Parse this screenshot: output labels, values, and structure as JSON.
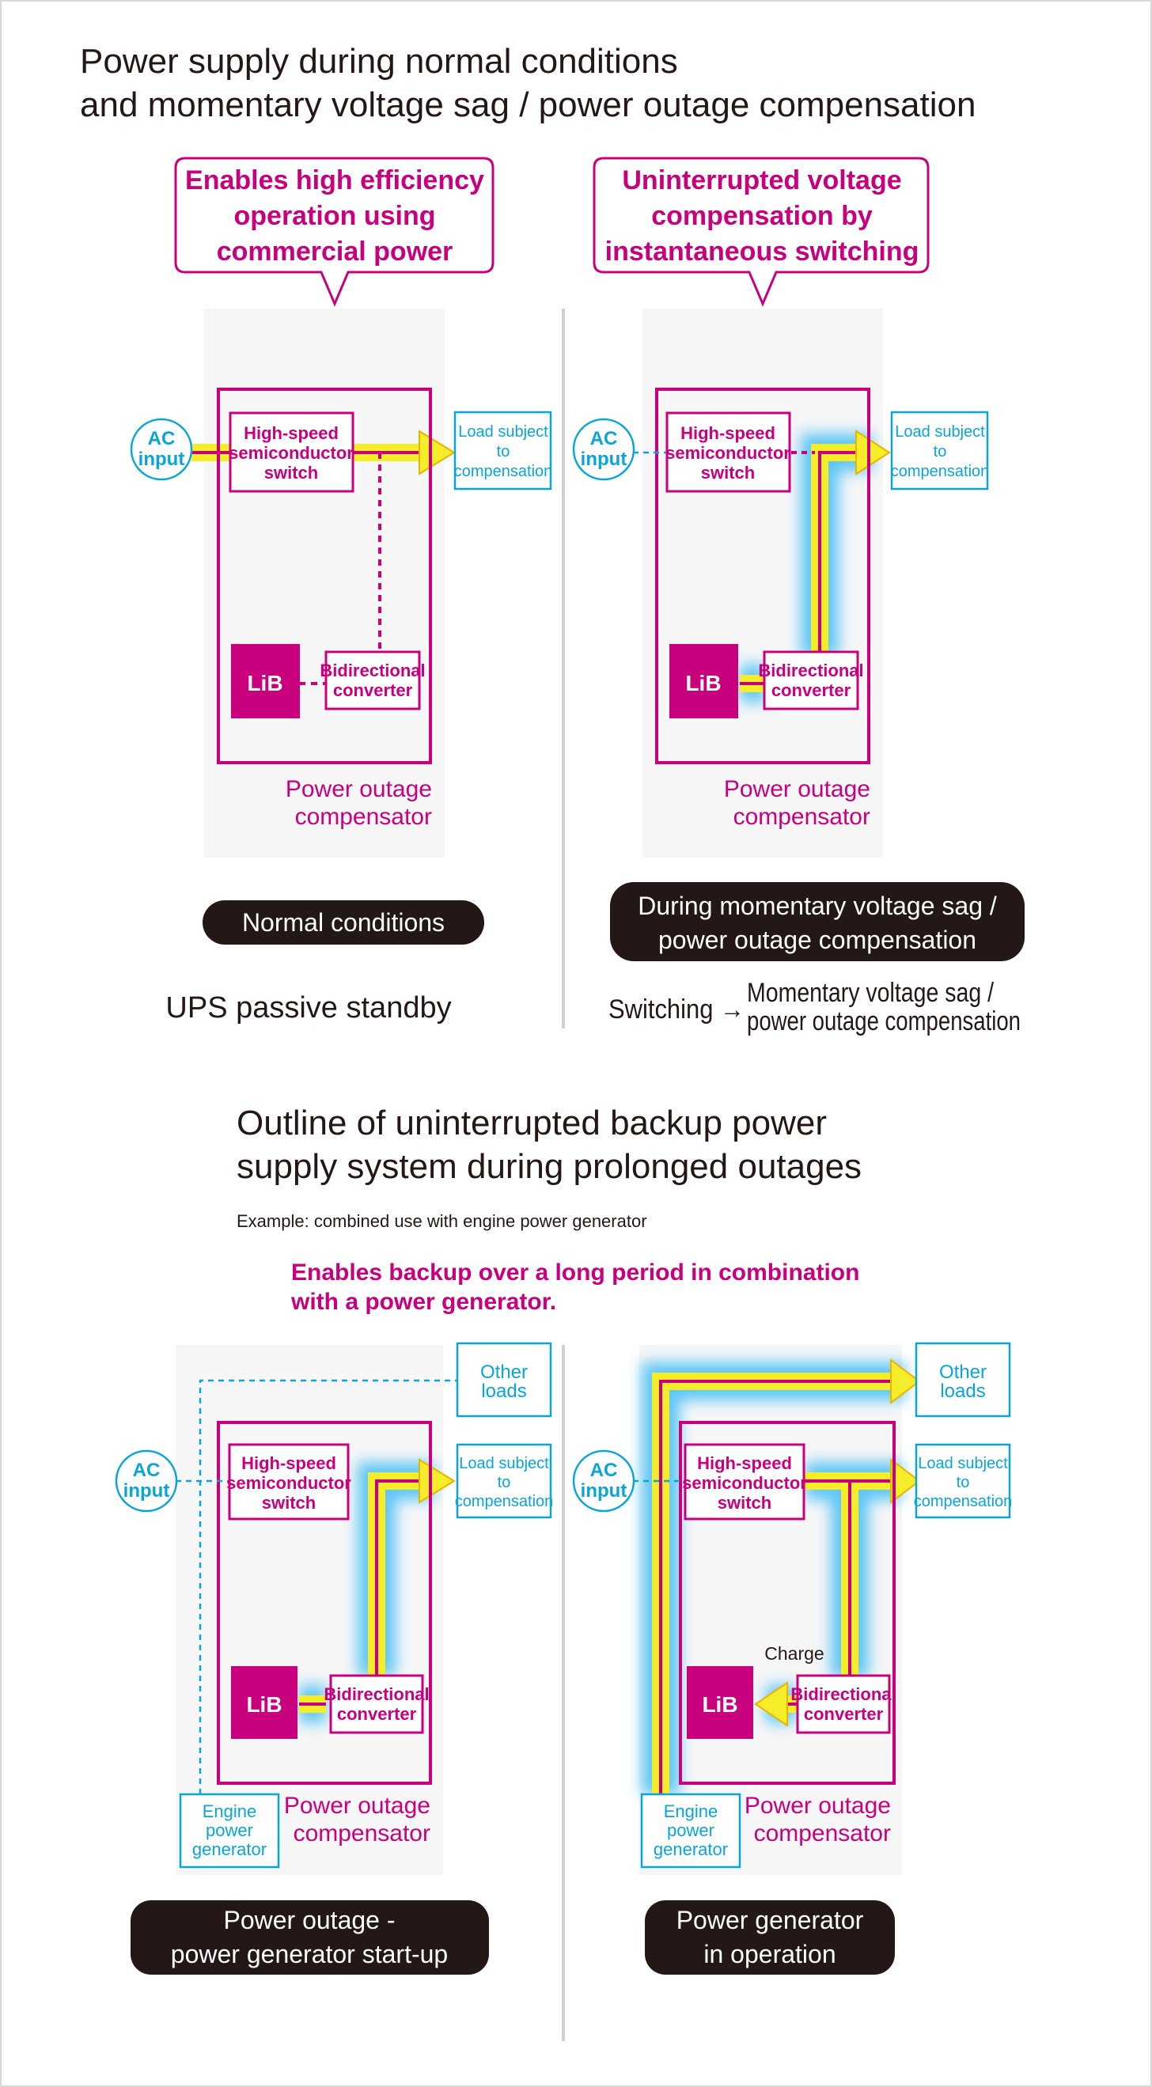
{
  "section1": {
    "title_line1": "Power supply during normal conditions",
    "title_line2": "and momentary voltage sag / power outage compensation",
    "left": {
      "callout": [
        "Enables high efficiency",
        "operation using",
        "commercial power"
      ],
      "status": "Normal conditions",
      "caption": "UPS passive standby"
    },
    "right": {
      "callout": [
        "Uninterrupted voltage",
        "compensation by",
        "instantaneous switching"
      ],
      "status": [
        "During momentary voltage sag /",
        "power outage compensation"
      ],
      "caption_prefix": "Switching →",
      "caption_lines": [
        "Momentary voltage sag /",
        "power outage compensation"
      ]
    }
  },
  "section2": {
    "title_line1": "Outline of uninterrupted backup power",
    "title_line2": "supply system during prolonged outages",
    "example": "Example: combined use with engine power generator",
    "note": [
      "Enables backup over a long period in combination",
      "with a power generator."
    ],
    "left": {
      "status": [
        "Power outage -",
        "power generator start-up"
      ]
    },
    "right": {
      "status": [
        "Power generator",
        "in operation"
      ],
      "charge_label": "Charge"
    }
  },
  "labels": {
    "ac_input": [
      "AC",
      "input"
    ],
    "switch": [
      "High-speed",
      "semiconductor",
      "switch"
    ],
    "load": [
      "Load subject",
      "to",
      "compensation"
    ],
    "lib": "LiB",
    "converter": [
      "Bidirectional",
      "converter"
    ],
    "compensator": [
      "Power outage",
      "compensator"
    ],
    "other_loads": [
      "Other",
      "loads"
    ],
    "engine": [
      "Engine",
      "power",
      "generator"
    ]
  },
  "colors": {
    "magenta": "#c8007d",
    "cyan": "#0aa5d8",
    "flow_yellow": "#f5ec2a",
    "glow_blue": "#29b6f6",
    "panel": "#f7f6f7",
    "pill": "#231815"
  }
}
